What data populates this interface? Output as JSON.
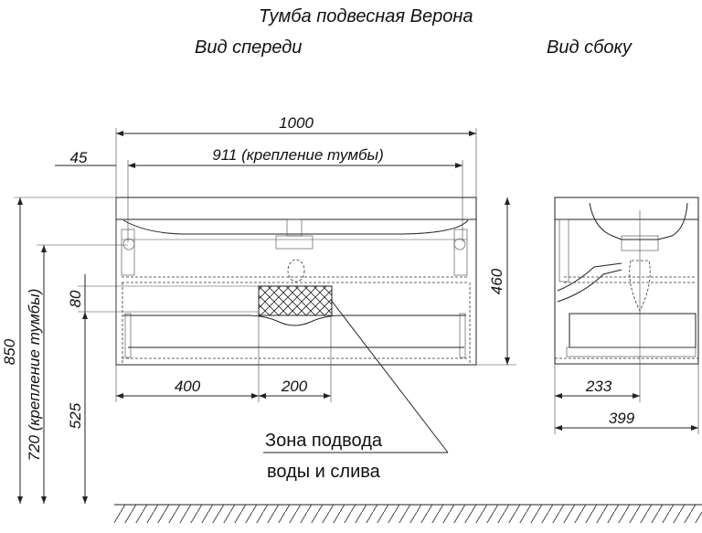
{
  "title": "Тумба подвесная Верона",
  "views": {
    "front": "Вид спереди",
    "side": "Вид сбоку"
  },
  "dimensions": {
    "total_width": "1000",
    "mount_width": "911 (крепление тумбы)",
    "offset_left": "45",
    "height_body": "460",
    "total_height": "850",
    "mount_height": "720 (крепление тумбы)",
    "zone_height": "525",
    "zone_size": "80",
    "zone_offset": "400",
    "zone_width": "200",
    "side_offset": "233",
    "depth": "399"
  },
  "annotation": {
    "line1": "Зона подвода",
    "line2": "воды и слива"
  }
}
